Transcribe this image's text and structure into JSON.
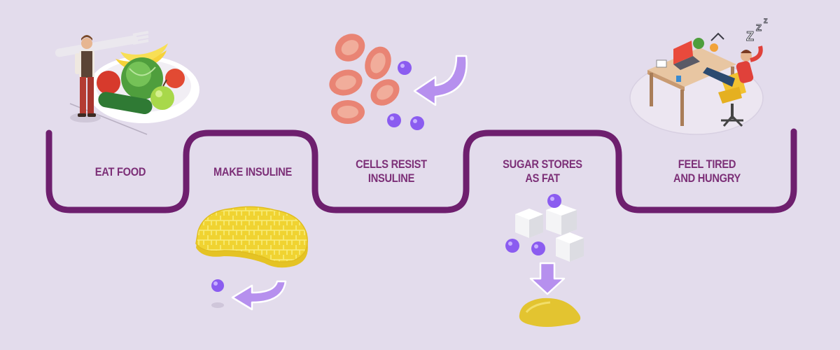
{
  "diagram": {
    "steps": [
      {
        "label": "EAT FOOD",
        "illustration": "plate-of-vegetables-and-fruit"
      },
      {
        "label": "MAKE INSULINE",
        "illustration": "pancreas"
      },
      {
        "label": "CELLS RESIST\nINSULINE",
        "illustration": "cells-with-insulin-molecules"
      },
      {
        "label": "SUGAR STORES\nAS FAT",
        "illustration": "sugar-cubes-to-fat"
      },
      {
        "label": "FEEL TIRED\nAND HUNGRY",
        "illustration": "tired-person-at-desk"
      }
    ],
    "colors": {
      "background": "#e3dcec",
      "path_line": "#6e1f6e",
      "label_text": "#7c2f77",
      "arrow": "#b690ee",
      "molecule": "#8b5cf0",
      "pancreas": "#f2dd38",
      "cell": "#ec8e80",
      "fat": "#e3c430"
    }
  }
}
